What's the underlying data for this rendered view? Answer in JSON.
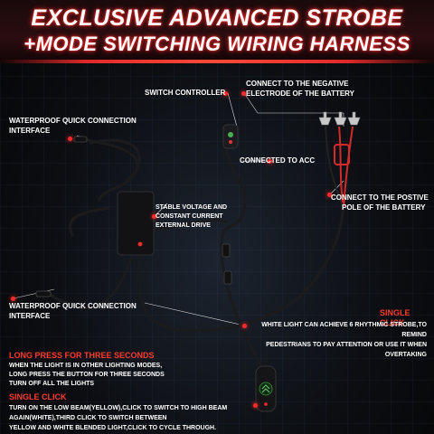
{
  "header": {
    "title_line1": "EXCLUSIVE ADVANCED STROBE",
    "title_line2": "+MODE SWITCHING WIRING HARNESS"
  },
  "labels": {
    "switch_controller": "SWITCH CONTROLLER",
    "connect_negative_1": "CONNECT TO THE NEGATIVE",
    "connect_negative_2": "ELECTRODE OF THE BATTERY",
    "waterproof_top_1": "WATERPROOF QUICK CONNECTION",
    "waterproof_top_2": "INTERFACE",
    "connect_acc": "CONNECTED TO ACC",
    "stable_voltage_1": "STABLE VOLTAGE AND",
    "stable_voltage_2": "CONSTANT CURRENT",
    "stable_voltage_3": "EXTERNAL DRIVE",
    "connect_positive_1": "CONNECT TO THE POSTIVE",
    "connect_positive_2": "POLE OF THE BATTERY",
    "waterproof_bottom_1": "WATERPROOF QUICK CONNECTION",
    "waterproof_bottom_2": "INTERFACE",
    "single_click_right_title": "SINGLE CLICK",
    "single_click_right_1": "WHITE LIGHT CAN ACHIEVE 6 RHYTHMIC STROBE,TO REMIND",
    "single_click_right_2": "PEDESTRIANS TO PAY ATTENTION OR USE IT WHEN OVERTAKING",
    "long_press_title": "LONG PRESS FOR THREE SECONDS",
    "long_press_1": "WHEN THE LIGHT IS IN OTHER LIGHTING MODES,",
    "long_press_2": "LONG PRESS THE BUTTON FOR THREE SECONDS",
    "long_press_3": "TURN OFF ALL THE LIGHTS",
    "single_click_left_title": "SINGLE CLICK",
    "single_click_left_1": "TURN ON THE LOW BEAM(YELLOW),CLICK TO SWITCH TO HIGH BEAM",
    "single_click_left_2": "AGAIN(WHITE),THIRD CLICK TO SWITCH BETWEEN",
    "single_click_left_3": "YELLOW AND WHITE BLENDED LIGHT,CLICK TO CYCLE THROUGH."
  },
  "colors": {
    "accent_red": "#ff2a2a",
    "label_white": "#ffffff",
    "cable_black": "#1a1a1a",
    "terminal_red": "#d42a2a",
    "terminal_silver": "#c8c8c8"
  }
}
